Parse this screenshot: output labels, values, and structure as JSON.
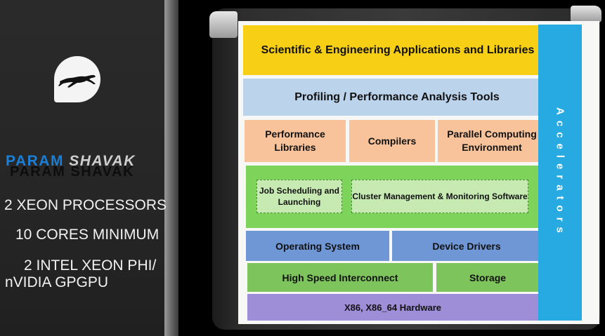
{
  "branding": {
    "param": "PARAM",
    "shavak": "SHAVAK",
    "logo": "running-cheetah-icon"
  },
  "specs": {
    "line1": "2 XEON PROCESSORS",
    "line2": "10 CORES MINIMUM",
    "line3a": "2 INTEL XEON PHI/",
    "line3b": "nVIDIA GPGPU"
  },
  "stack": {
    "applications": "Scientific & Engineering Applications and Libraries",
    "profiling": "Profiling / Performance Analysis Tools",
    "perf_libraries": "Performance Libraries",
    "compilers": "Compilers",
    "parallel_env": "Parallel Computing Environment",
    "job_scheduling": "Job Scheduling and Launching",
    "cluster_mgmt": "Cluster Management & Monitoring Software",
    "os": "Operating System",
    "device_drivers": "Device Drivers",
    "interconnect": "High Speed Interconnect",
    "storage": "Storage",
    "hardware": "X86, X86_64 Hardware",
    "accelerators": "Accelerators"
  },
  "colors": {
    "applications": "#f7cf14",
    "profiling": "#bcd3ec",
    "tools": "#f8c39a",
    "middleware": "#7ed35a",
    "system": "#6f97d6",
    "network": "#7ec45c",
    "hardware": "#9e8ed8",
    "accelerators": "#27a9e1",
    "brand_blue": "#1a7fd6"
  }
}
